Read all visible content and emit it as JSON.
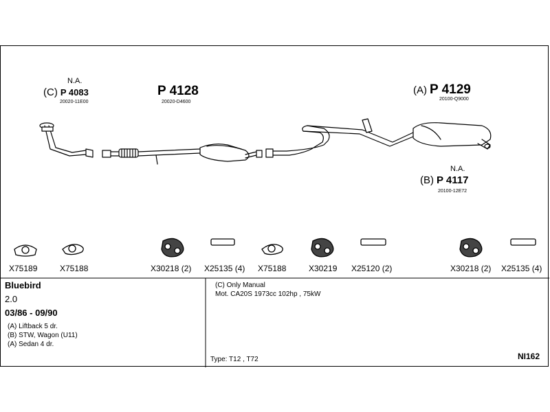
{
  "exhaust_parts": {
    "p4083": {
      "note": "N.A.",
      "prefix": "(C)",
      "number": "P 4083",
      "oem": "20020-11E00"
    },
    "p4128": {
      "number": "P 4128",
      "oem": "20020-D4600"
    },
    "p4129": {
      "prefix": "(A)",
      "number": "P 4129",
      "oem": "20100-Q9000"
    },
    "p4117": {
      "note": "N.A.",
      "prefix": "(B)",
      "number": "P 4117",
      "oem": "20100-12E72"
    }
  },
  "fittings": [
    {
      "code": "X75189",
      "icon": "gasket-icon"
    },
    {
      "code": "X75188",
      "icon": "gasket-icon"
    },
    {
      "code": "X30218 (2)",
      "icon": "rubber-hanger-icon"
    },
    {
      "code": "X25135 (4)",
      "icon": "sleeve-icon"
    },
    {
      "code": "X75188",
      "icon": "gasket-icon"
    },
    {
      "code": "X30219",
      "icon": "rubber-hanger-icon"
    },
    {
      "code": "X25120 (2)",
      "icon": "sleeve-icon"
    },
    {
      "code": "X30218 (2)",
      "icon": "rubber-hanger-icon"
    },
    {
      "code": "X25135 (4)",
      "icon": "sleeve-icon"
    }
  ],
  "vehicle": {
    "model": "Bluebird",
    "engine_size": "2.0",
    "years": "03/86 - 09/90",
    "variants": [
      "(A) Liftback 5 dr.",
      "(B) STW, Wagon (U11)",
      "(A) Sedan 4 dr."
    ]
  },
  "notes": {
    "manual": "(C) Only Manual",
    "motor": "Mot. CA20S 1973cc 102hp , 75kW",
    "type": "Type:  T12 , T72",
    "code": "NI162"
  }
}
